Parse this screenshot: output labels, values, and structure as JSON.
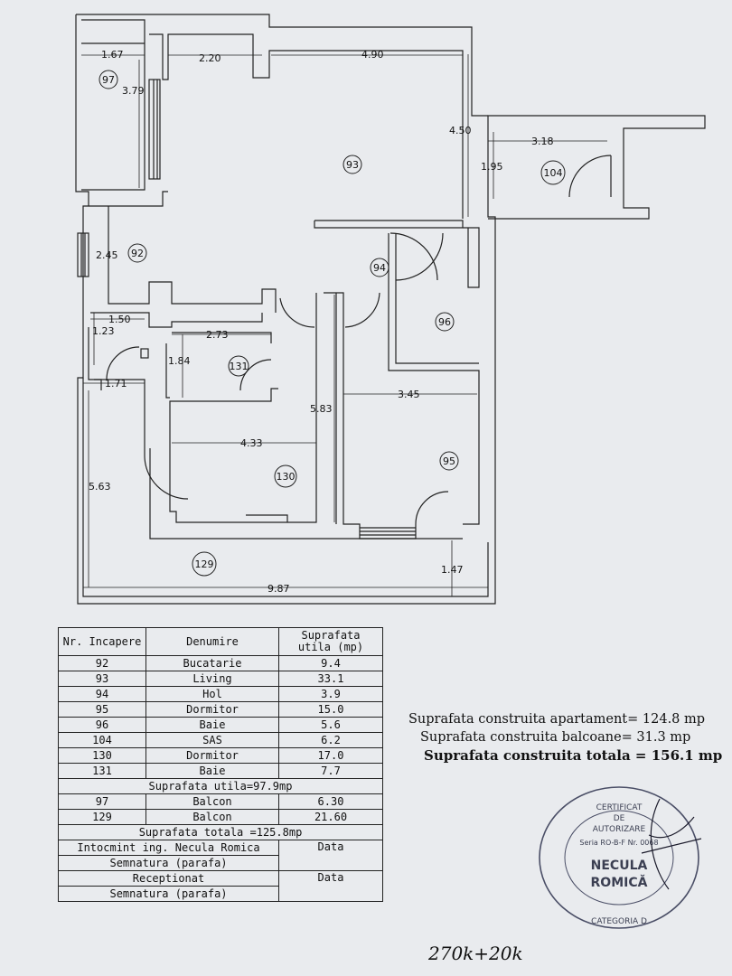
{
  "plan": {
    "dimensions": {
      "d167": "1.67",
      "d220": "2.20",
      "d490": "4.90",
      "d379": "3.79",
      "d450": "4.50",
      "d318": "3.18",
      "d195": "1.95",
      "d245": "2.45",
      "d150": "1.50",
      "d123": "1.23",
      "d273": "2.73",
      "d184": "1.84",
      "d171": "1.71",
      "d583": "5.83",
      "d345": "3.45",
      "d433": "4.33",
      "d563": "5.63",
      "d147": "1.47",
      "d987": "9.87"
    },
    "rooms": {
      "r97": "97",
      "r93": "93",
      "r104": "104",
      "r92": "92",
      "r94": "94",
      "r96": "96",
      "r131": "131",
      "r130": "130",
      "r95": "95",
      "r129": "129"
    }
  },
  "table": {
    "headers": {
      "nr": "Nr. Incapere",
      "name": "Denumire",
      "area_l1": "Suprafata",
      "area_l2": "utila (mp)"
    },
    "rows": [
      {
        "nr": "92",
        "name": "Bucatarie",
        "area": "9.4"
      },
      {
        "nr": "93",
        "name": "Living",
        "area": "33.1"
      },
      {
        "nr": "94",
        "name": "Hol",
        "area": "3.9"
      },
      {
        "nr": "95",
        "name": "Dormitor",
        "area": "15.0"
      },
      {
        "nr": "96",
        "name": "Baie",
        "area": "5.6"
      },
      {
        "nr": "104",
        "name": "SAS",
        "area": "6.2"
      },
      {
        "nr": "130",
        "name": "Dormitor",
        "area": "17.0"
      },
      {
        "nr": "131",
        "name": "Baie",
        "area": "7.7"
      }
    ],
    "useful_total": "Suprafata utila=97.9mp",
    "balcony_rows": [
      {
        "nr": "97",
        "name": "Balcon",
        "area": "6.30"
      },
      {
        "nr": "129",
        "name": "Balcon",
        "area": "21.60"
      }
    ],
    "grand_total": "Suprafata totala =125.8mp",
    "footer": [
      {
        "left": "Intocmint ing. Necula Romica",
        "right": "Data"
      },
      {
        "left": "Semnatura (parafa)",
        "right": ""
      },
      {
        "left": "Receptionat",
        "right": "Data"
      },
      {
        "left": "Semnatura (parafa)",
        "right": ""
      }
    ]
  },
  "areas": {
    "apartment": "Suprafata construita apartament= 124.8 mp",
    "balconies": "Suprafata construita balcoane= 31.3 mp",
    "total": "Suprafata construita totala = 156.1 mp"
  },
  "stamp": {
    "l1": "CERTIFICAT",
    "l2": "DE",
    "l3": "AUTORIZARE",
    "series": "Seria RO-B-F Nr. 0068",
    "name1": "NECULA",
    "name2": "ROMICĂ",
    "category": "CATEGORIA D"
  },
  "handwritten": "270k+20k"
}
